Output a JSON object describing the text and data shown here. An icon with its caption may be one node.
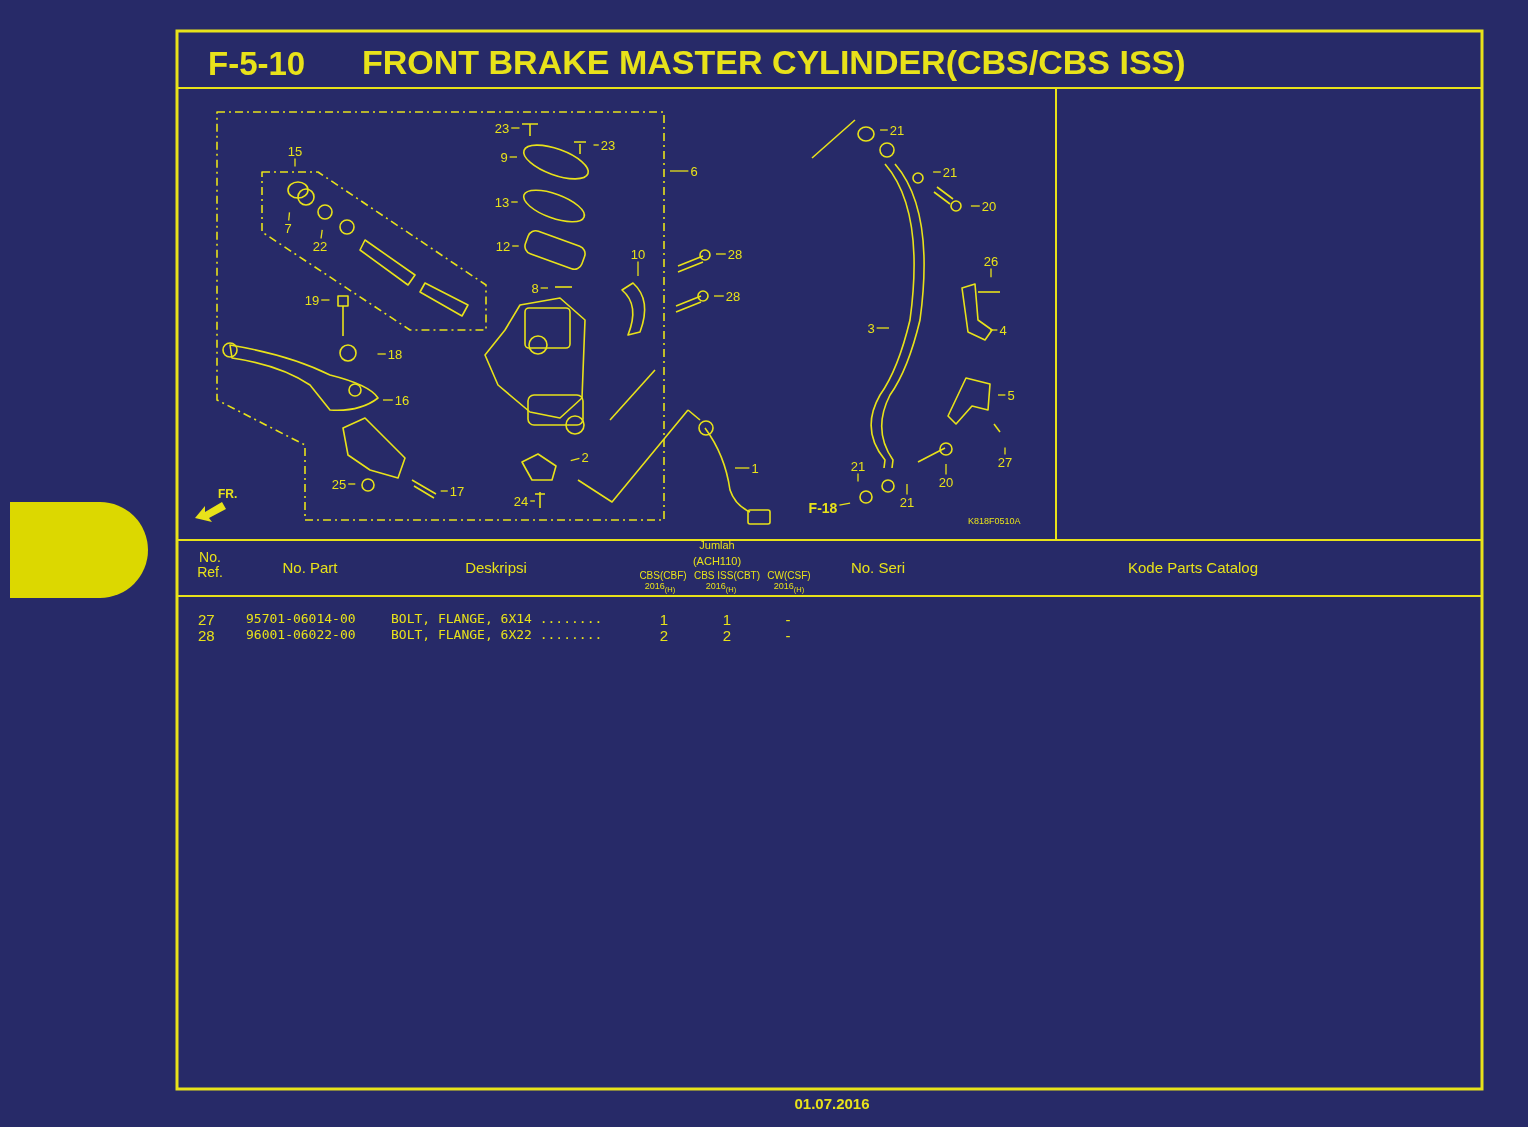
{
  "diagram": {
    "title": "FRONT BRAKE MASTER CYLINDER(CBS/CBS ISS)",
    "nodes": [
      {
        "text": [
          "23"
        ]
      },
      {
        "text": [
          "23"
        ]
      },
      {
        "text": [
          "9"
        ]
      },
      {
        "text": [
          "15"
        ]
      },
      {
        "text": [
          "7"
        ]
      },
      {
        "text": [
          "22"
        ]
      },
      {
        "text": [
          "6"
        ]
      },
      {
        "text": [
          "13"
        ]
      },
      {
        "text": [
          "12"
        ]
      },
      {
        "text": [
          "10"
        ]
      },
      {
        "text": [
          "28"
        ]
      },
      {
        "text": [
          "28"
        ]
      },
      {
        "text": [
          "8"
        ]
      },
      {
        "text": [
          "19"
        ]
      },
      {
        "text": [
          "18"
        ]
      },
      {
        "text": [
          "16"
        ]
      },
      {
        "text": [
          "2"
        ]
      },
      {
        "text": [
          "1"
        ]
      },
      {
        "text": [
          "25"
        ]
      },
      {
        "text": [
          "17"
        ]
      },
      {
        "text": [
          "24"
        ]
      },
      {
        "text": [
          "21"
        ]
      },
      {
        "text": [
          "21"
        ]
      },
      {
        "text": [
          "20"
        ]
      },
      {
        "text": [
          "26"
        ]
      },
      {
        "text": [
          "3"
        ]
      },
      {
        "text": [
          "4"
        ]
      },
      {
        "text": [
          "5"
        ]
      },
      {
        "text": [
          "27"
        ]
      },
      {
        "text": [
          "21"
        ]
      },
      {
        "text": [
          "20"
        ]
      },
      {
        "text": [
          "21"
        ]
      },
      {
        "text": [
          "F-18"
        ]
      }
    ],
    "edges": [
      {
        "from": 0,
        "to": null,
        "arrow": "none"
      },
      {
        "from": 1,
        "to": null,
        "arrow": "none"
      },
      {
        "from": 2,
        "to": null,
        "arrow": "none"
      },
      {
        "from": 3,
        "to": null,
        "arrow": "none"
      },
      {
        "from": 4,
        "to": null,
        "arrow": "none"
      },
      {
        "from": 5,
        "to": null,
        "arrow": "none"
      },
      {
        "from": 6,
        "to": null,
        "arrow": "none"
      },
      {
        "from": 7,
        "to": null,
        "arrow": "none"
      },
      {
        "from": 8,
        "to": null,
        "arrow": "none"
      },
      {
        "from": 9,
        "to": null,
        "arrow": "none"
      },
      {
        "from": 10,
        "to": null,
        "arrow": "none"
      },
      {
        "from": 11,
        "to": null,
        "arrow": "none"
      },
      {
        "from": 12,
        "to": null,
        "arrow": "none"
      },
      {
        "from": 13,
        "to": null,
        "arrow": "none"
      },
      {
        "from": 14,
        "to": null,
        "arrow": "none"
      },
      {
        "from": 15,
        "to": null,
        "arrow": "none"
      },
      {
        "from": 16,
        "to": null,
        "arrow": "none"
      },
      {
        "from": 17,
        "to": null,
        "arrow": "none"
      },
      {
        "from": 18,
        "to": null,
        "arrow": "none"
      },
      {
        "from": 19,
        "to": null,
        "arrow": "none"
      },
      {
        "from": 20,
        "to": null,
        "arrow": "none"
      },
      {
        "from": 21,
        "to": null,
        "arrow": "none"
      },
      {
        "from": 22,
        "to": null,
        "arrow": "none"
      },
      {
        "from": 23,
        "to": null,
        "arrow": "none"
      },
      {
        "from": 24,
        "to": null,
        "arrow": "none"
      },
      {
        "from": 25,
        "to": null,
        "arrow": "none"
      },
      {
        "from": 26,
        "to": null,
        "arrow": "none"
      },
      {
        "from": 27,
        "to": null,
        "arrow": "none"
      },
      {
        "from": 28,
        "to": null,
        "arrow": "none"
      },
      {
        "from": 29,
        "to": null,
        "arrow": "none"
      },
      {
        "from": 30,
        "to": null,
        "arrow": "none"
      },
      {
        "from": 31,
        "to": null,
        "arrow": "none"
      },
      {
        "from": 32,
        "to": null,
        "arrow": "none"
      }
    ],
    "labels": [
      "F-5-10",
      "FR.",
      "K818F0510A",
      "No. Ref.",
      "No. Part",
      "Deskripsi",
      "Jumlah",
      "(ACH110)",
      "CBS(CBF)",
      "CBS ISS(CBT)",
      "CW(CSF)",
      "2016$_{(H)}$",
      "2016$_{(H)}$",
      "2016$_{(H)}$",
      "No. Seri",
      "Kode Parts Catalog",
      "27",
      "95701-06014-00",
      "BOLT, FLANGE, 6X14 ........",
      "1",
      "1",
      "-",
      "28",
      "96001-06022-00",
      "BOLT, FLANGE, 6X22 ........",
      "2",
      "2",
      "-",
      "01.07.2016"
    ]
  }
}
